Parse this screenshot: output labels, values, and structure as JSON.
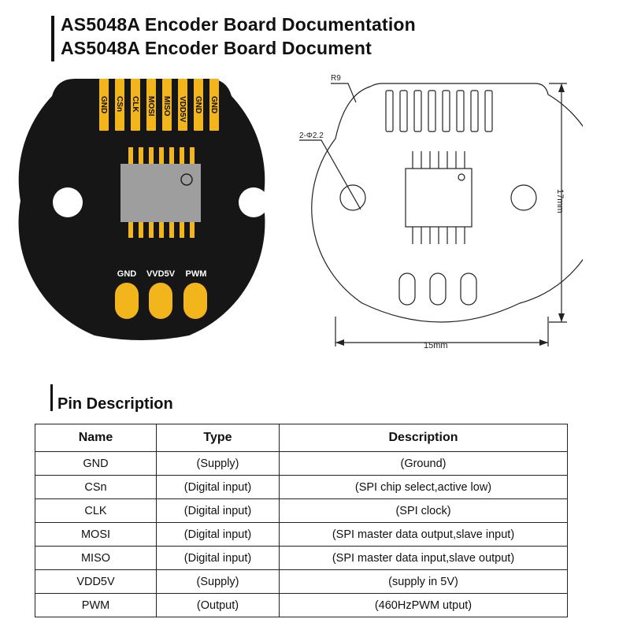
{
  "header": {
    "title_line1": "AS5048A  Encoder Board Documentation",
    "title_line2": "AS5048A Encoder Board Document"
  },
  "board": {
    "top_pins": [
      "GND",
      "CSn",
      "CLK",
      "MOSI",
      "MISO",
      "VDD5V",
      "GND",
      "GND"
    ],
    "bottom_pads": [
      "GND",
      "VVD5V",
      "PWM"
    ],
    "colors": {
      "pcb": "#161616",
      "gold": "#f2b51c",
      "chip": "#9e9e9e"
    }
  },
  "drawing": {
    "radius_label": "R9",
    "hole_label": "2-Φ2.2",
    "height_label": "17mm",
    "width_label": "15mm"
  },
  "pin_section": {
    "heading": "Pin Description",
    "columns": [
      "Name",
      "Type",
      "Description"
    ],
    "rows": [
      [
        "GND",
        "(Supply)",
        "(Ground)"
      ],
      [
        "CSn",
        "(Digital input)",
        "(SPI chip select,active low)"
      ],
      [
        "CLK",
        "(Digital input)",
        "(SPI clock)"
      ],
      [
        "MOSI",
        "(Digital input)",
        "(SPI master data output,slave input)"
      ],
      [
        "MISO",
        "(Digital input)",
        "(SPI master data input,slave output)"
      ],
      [
        "VDD5V",
        "(Supply)",
        "(supply in 5V)"
      ],
      [
        "PWM",
        "(Output)",
        "(460HzPWM utput)"
      ]
    ]
  }
}
